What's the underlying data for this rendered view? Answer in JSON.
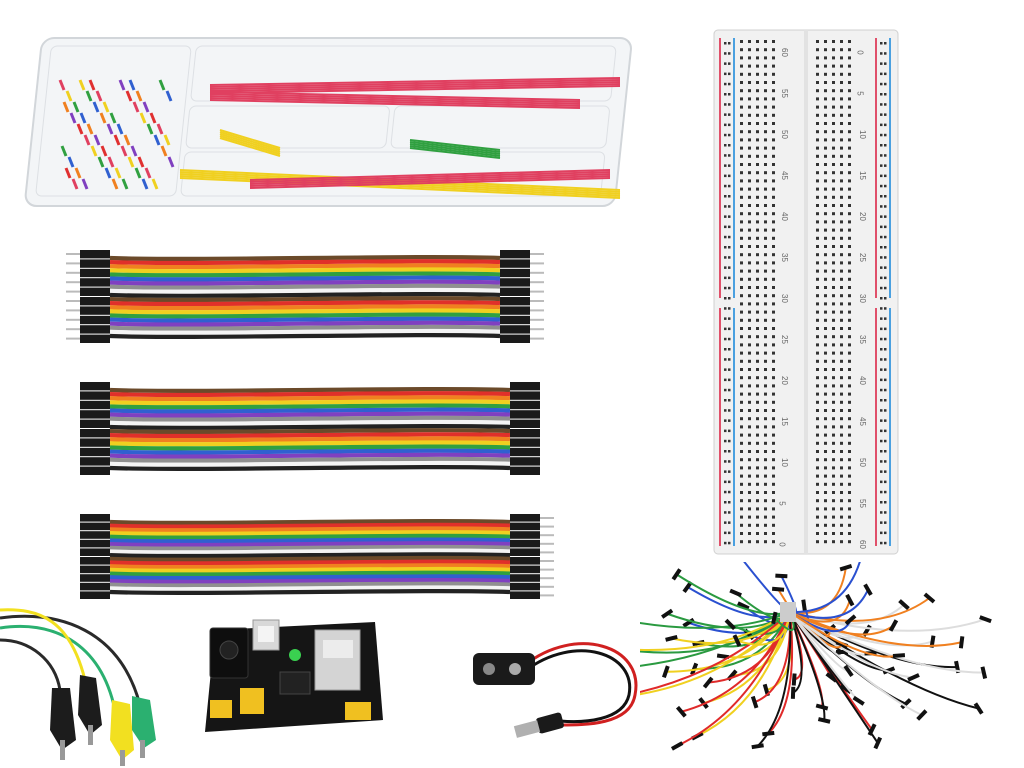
{
  "scene": {
    "background": "#ffffff",
    "items": [
      {
        "name": "u-shape-jumper-wire-kit-box"
      },
      {
        "name": "male-to-male-dupont-ribbon"
      },
      {
        "name": "female-to-female-dupont-ribbon"
      },
      {
        "name": "male-to-female-dupont-ribbon"
      },
      {
        "name": "solderless-breadboard-830"
      },
      {
        "name": "alligator-clip-test-leads"
      },
      {
        "name": "breadboard-power-supply-module"
      },
      {
        "name": "9v-battery-snap-barrel-cable"
      },
      {
        "name": "flexible-jumper-wire-bundle"
      }
    ]
  },
  "breadboard": {
    "row_numbers_left": [
      "60",
      "55",
      "50",
      "45",
      "40",
      "35",
      "30",
      "25",
      "20",
      "15",
      "10",
      "5",
      "0"
    ],
    "row_numbers_right": [
      "0",
      "5",
      "10",
      "15",
      "20",
      "25",
      "30",
      "35",
      "40",
      "45",
      "50",
      "55",
      "60"
    ],
    "rail_plus_color": "#e0506a",
    "rail_minus_color": "#4aa0e0"
  },
  "colors": {
    "rainbow": [
      "#6b4a2a",
      "#e0302a",
      "#f08020",
      "#f0d020",
      "#30a040",
      "#3060d0",
      "#8040c0",
      "#909090",
      "#f4f4f4",
      "#222222"
    ],
    "header_black": "#1a1a1a",
    "pcb_black": "#151515",
    "clip_green": "#2bb070",
    "clip_yellow": "#f2e020"
  }
}
